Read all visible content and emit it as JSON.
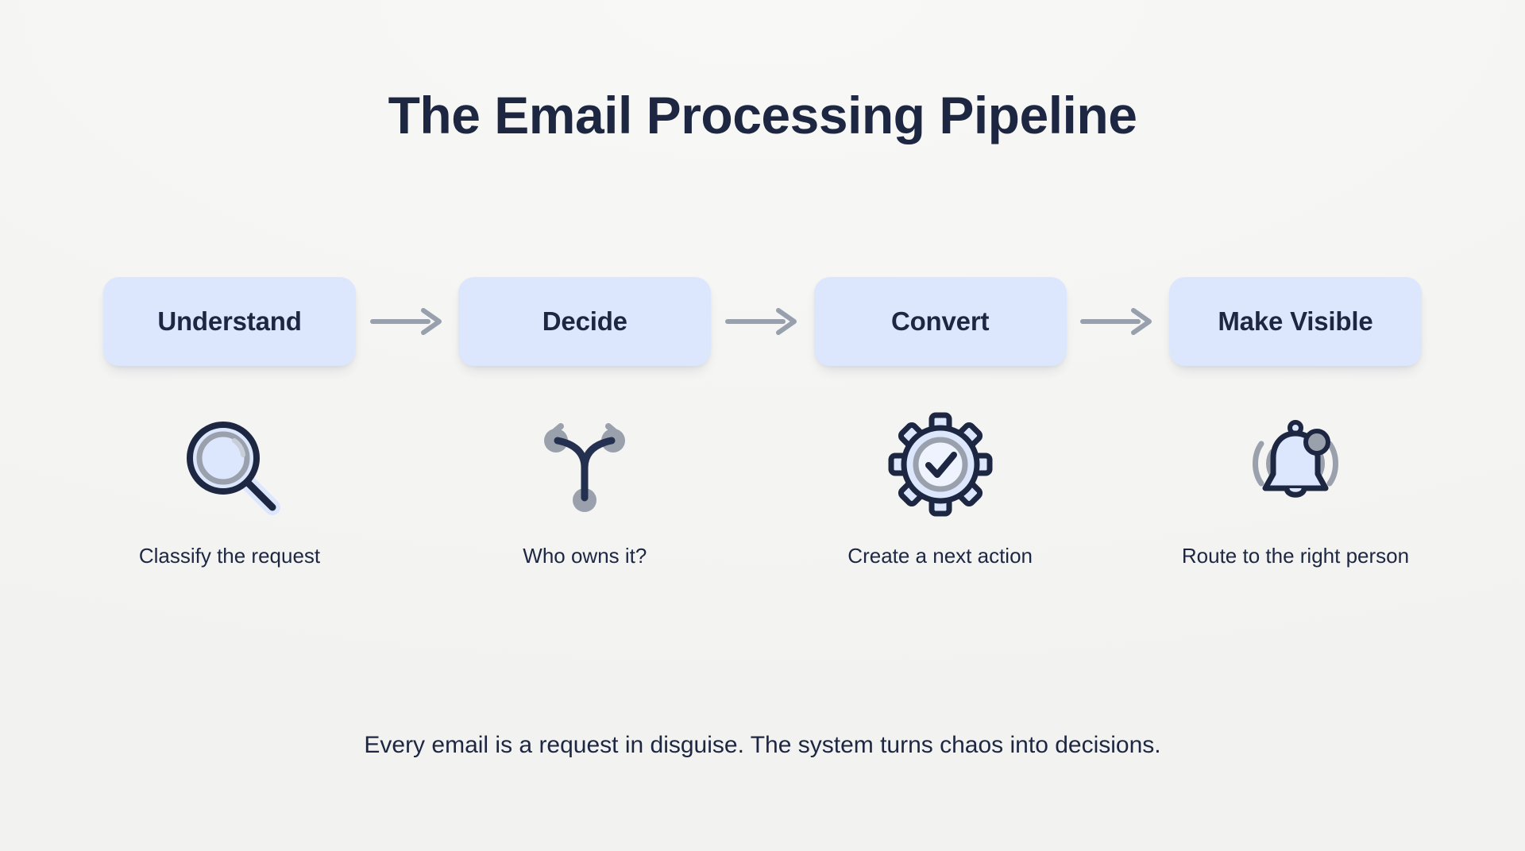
{
  "page": {
    "title": "The Email Processing Pipeline",
    "footer_note": "Every email is a request in disguise. The system turns chaos into decisions.",
    "background_color": "#f5f5f3",
    "accent_box_color": "#dce7fe",
    "text_color": "#1d2742",
    "arrow_color": "#98a0ad",
    "icon_gray": "#9aa1ad",
    "icon_navy": "#1d2742",
    "icon_fill": "#dce7fe"
  },
  "pipeline": {
    "stages": [
      {
        "label": "Understand",
        "caption": "Classify the request",
        "icon": "magnifier-icon"
      },
      {
        "label": "Decide",
        "caption": "Who owns it?",
        "icon": "branch-fork-icon"
      },
      {
        "label": "Convert",
        "caption": "Create a next action",
        "icon": "gear-check-icon"
      },
      {
        "label": "Make Visible",
        "caption": "Route to the right person",
        "icon": "bell-notification-icon"
      }
    ],
    "connectors": [
      {
        "icon": "arrow-right-icon"
      },
      {
        "icon": "arrow-right-icon"
      },
      {
        "icon": "arrow-right-icon"
      }
    ]
  }
}
